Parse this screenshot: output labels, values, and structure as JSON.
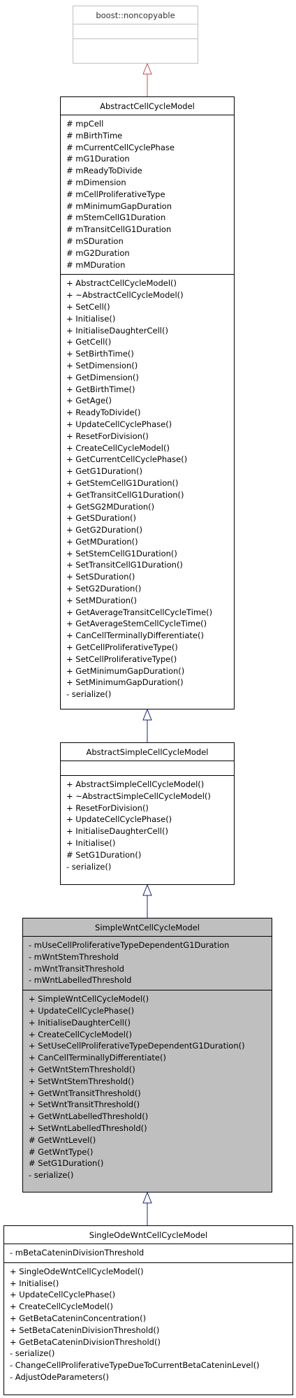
{
  "classes": [
    {
      "id": "noncopyable",
      "name": "boost::noncopyable",
      "attributes": [],
      "operations": []
    },
    {
      "id": "abstract-cell-cycle-model",
      "name": "AbstractCellCycleModel",
      "attributes": [
        "# mpCell",
        "# mBirthTime",
        "# mCurrentCellCyclePhase",
        "# mG1Duration",
        "# mReadyToDivide",
        "# mDimension",
        "# mCellProliferativeType",
        "# mMinimumGapDuration",
        "# mStemCellG1Duration",
        "# mTransitCellG1Duration",
        "# mSDuration",
        "# mG2Duration",
        "# mMDuration"
      ],
      "operations": [
        "+ AbstractCellCycleModel()",
        "+ ~AbstractCellCycleModel()",
        "+ SetCell()",
        "+ Initialise()",
        "+ InitialiseDaughterCell()",
        "+ GetCell()",
        "+ SetBirthTime()",
        "+ SetDimension()",
        "+ GetDimension()",
        "+ GetBirthTime()",
        "+ GetAge()",
        "+ ReadyToDivide()",
        "+ UpdateCellCyclePhase()",
        "+ ResetForDivision()",
        "+ CreateCellCycleModel()",
        "+ GetCurrentCellCyclePhase()",
        "+ GetG1Duration()",
        "+ GetStemCellG1Duration()",
        "+ GetTransitCellG1Duration()",
        "+ GetSG2MDuration()",
        "+ GetSDuration()",
        "+ GetG2Duration()",
        "+ GetMDuration()",
        "+ SetStemCellG1Duration()",
        "+ SetTransitCellG1Duration()",
        "+ SetSDuration()",
        "+ SetG2Duration()",
        "+ SetMDuration()",
        "+ GetAverageTransitCellCycleTime()",
        "+ GetAverageStemCellCycleTime()",
        "+ CanCellTerminallyDifferentiate()",
        "+ GetCellProliferativeType()",
        "+ SetCellProliferativeType()",
        "+ GetMinimumGapDuration()",
        "+ SetMinimumGapDuration()",
        "- serialize()"
      ]
    },
    {
      "id": "abstract-simple-cell-cycle-model",
      "name": "AbstractSimpleCellCycleModel",
      "attributes": [],
      "operations": [
        "+ AbstractSimpleCellCycleModel()",
        "+ ~AbstractSimpleCellCycleModel()",
        "+ ResetForDivision()",
        "+ UpdateCellCyclePhase()",
        "+ InitialiseDaughterCell()",
        "+ Initialise()",
        "# SetG1Duration()",
        "- serialize()"
      ]
    },
    {
      "id": "simple-wnt-cell-cycle-model",
      "name": "SimpleWntCellCycleModel",
      "attributes": [
        "- mUseCellProliferativeTypeDependentG1Duration",
        "- mWntStemThreshold",
        "- mWntTransitThreshold",
        "- mWntLabelledThreshold"
      ],
      "operations": [
        "+ SimpleWntCellCycleModel()",
        "+ UpdateCellCyclePhase()",
        "+ InitialiseDaughterCell()",
        "+ CreateCellCycleModel()",
        "+ SetUseCellProliferativeTypeDependentG1Duration()",
        "+ CanCellTerminallyDifferentiate()",
        "+ GetWntStemThreshold()",
        "+ SetWntStemThreshold()",
        "+ GetWntTransitThreshold()",
        "+ SetWntTransitThreshold()",
        "+ GetWntLabelledThreshold()",
        "+ SetWntLabelledThreshold()",
        "# GetWntLevel()",
        "# GetWntType()",
        "# SetG1Duration()",
        "- serialize()"
      ]
    },
    {
      "id": "single-ode-wnt-cell-cycle-model",
      "name": "SingleOdeWntCellCycleModel",
      "attributes": [
        "- mBetaCateninDivisionThreshold"
      ],
      "operations": [
        "+ SingleOdeWntCellCycleModel()",
        "+ Initialise()",
        "+ UpdateCellCyclePhase()",
        "+ CreateCellCycleModel()",
        "+ GetBetaCateninConcentration()",
        "+ SetBetaCateninDivisionThreshold()",
        "+ GetBetaCateninDivisionThreshold()",
        "- serialize()",
        "- ChangeCellProliferativeTypeDueToCurrentBetaCateninLevel()",
        "- AdjustOdeParameters()"
      ]
    }
  ],
  "colors": {
    "highlighted_class_fill": "#bfbfbf",
    "external_class_border": "#bfbfbf",
    "edge_inheritance_external": "#c0504d",
    "edge_inheritance": "#1a237e"
  }
}
